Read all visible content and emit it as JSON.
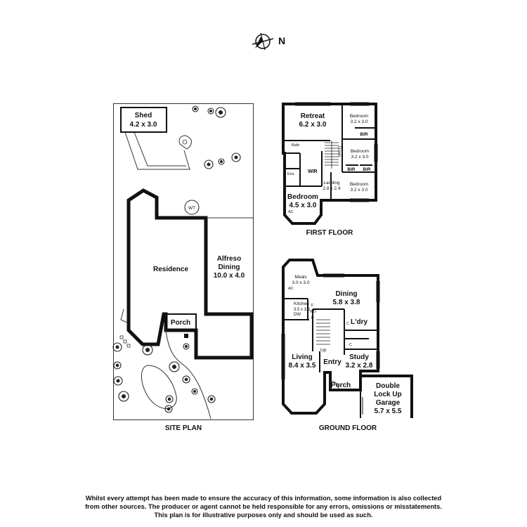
{
  "compass": {
    "label": "N",
    "icon": "north-arrow-compass-icon"
  },
  "site_plan": {
    "title": "SITE PLAN",
    "shed": {
      "name": "Shed",
      "size": "4.2 x 3.0"
    },
    "residence": "Residence",
    "alfresco": {
      "line1": "Alfreso",
      "line2": "Dining",
      "size": "10.0 x 4.0"
    },
    "porch": "Porch",
    "water_tank": "WT"
  },
  "first_floor": {
    "title": "FIRST FLOOR",
    "retreat": {
      "name": "Retreat",
      "size": "6.2 x 3.0"
    },
    "bedroom_a": {
      "name": "Bedroom",
      "size": "3.2 x 3.0"
    },
    "bedroom_b": {
      "name": "Bedroom",
      "size": "3.2 x 3.0"
    },
    "bedroom_c": {
      "name": "Bedroom",
      "size": "3.2 x 3.0"
    },
    "master": {
      "name": "Bedroom",
      "size": "4.5 x 3.0",
      "ac": "AC"
    },
    "landing": {
      "name": "Landing",
      "size": "2.8 x 2.4"
    },
    "bir_1": "BIR",
    "bir_2": "BIR",
    "bir_3": "BIR",
    "wir": "WIR",
    "bath": "Bath",
    "ens": "Ens",
    "down": "Down"
  },
  "ground_floor": {
    "title": "GROUND FLOOR",
    "meals": {
      "name": "Meals",
      "size": "3.0 x 3.0",
      "ac": "AC"
    },
    "dining": {
      "name": "Dining",
      "size": "5.8 x 3.8"
    },
    "kitchen": {
      "name": "Kitchen",
      "size": "3.5 x 3.3",
      "dw": "DW"
    },
    "laundry": "L'dry",
    "living": {
      "name": "Living",
      "size": "8.4 x 3.5"
    },
    "entry": "Entry",
    "study": {
      "name": "Study",
      "size": "3.2 x 2.8"
    },
    "porch": "Porch",
    "garage": {
      "line1": "Double",
      "line2": "Lock Up",
      "line3": "Garage",
      "size": "5.7 x 5.5"
    },
    "up": "Up",
    "pantry_p": "P",
    "fridge_f": "F",
    "cupboard_c": "C",
    "wo": "WO"
  },
  "disclaimer": {
    "line1": "Whilst every attempt has been made to ensure the accuracy of this information, some information is also collected",
    "line2": "from other sources. The producer or agent cannot be held responsible for any errors, omissions or misstatements.",
    "line3": "This plan is for illustrative purposes only and should be used as such."
  }
}
